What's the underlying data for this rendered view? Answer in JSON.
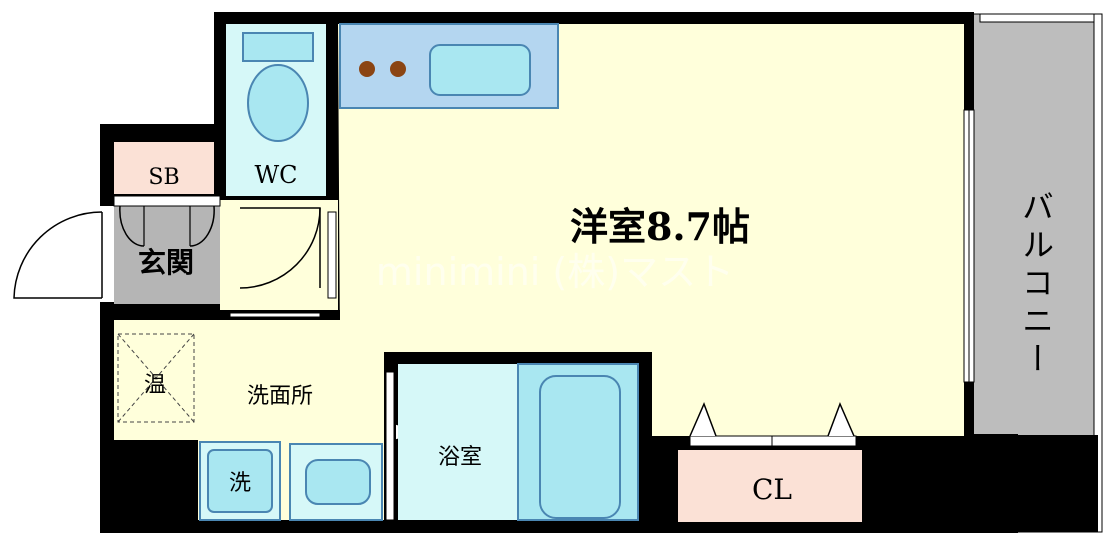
{
  "rooms": {
    "western_room": "洋室8.7帖",
    "balcony": "バルコニー",
    "wc": "WC",
    "sb": "SB",
    "entrance": "玄関",
    "washroom": "洗面所",
    "water_heater": "温",
    "washer": "洗",
    "bathroom": "浴室",
    "closet": "CL"
  },
  "watermark": "minimini (株)マスト",
  "colors": {
    "room": "#ffffdb",
    "water_area": "#d6f8f8",
    "fixture": "#a9e7f1",
    "fixture_stroke": "#4a86b2",
    "kitchen_counter": "#b4d6f0",
    "storage_pink": "#fbe1d6",
    "entrance_gray": "#b5b5b5",
    "balcony_gray": "#bdbdbd",
    "wall": "#000000",
    "stove_burner": "#8b4513"
  }
}
